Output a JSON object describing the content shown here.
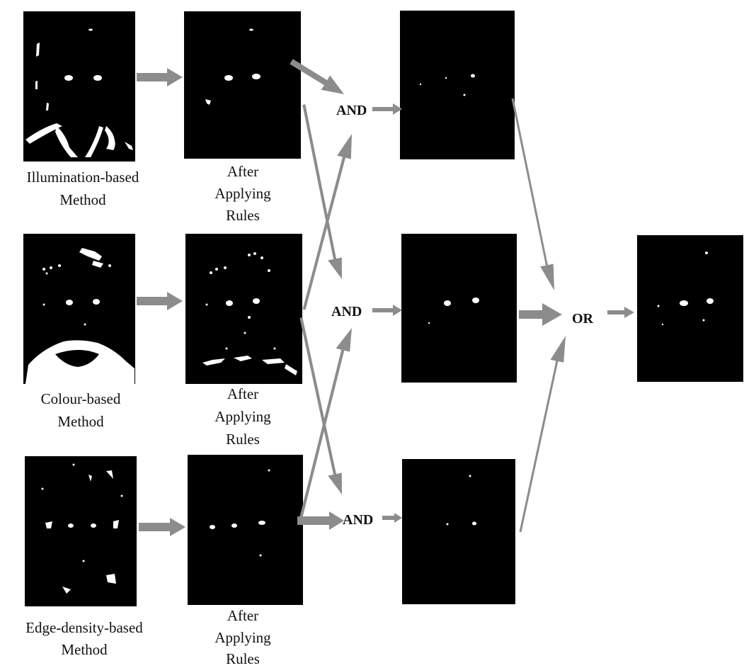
{
  "diagram": {
    "colors": {
      "background": "#ffffff",
      "panel": "#000000",
      "feature": "#ffffff",
      "arrow": "#8c8c8c",
      "text": "#111111"
    },
    "rows": [
      {
        "method_label": [
          "Illumination-based",
          "Method"
        ],
        "rules_label": [
          "After",
          "Applying",
          "Rules"
        ]
      },
      {
        "method_label": [
          "Colour-based",
          "Method"
        ],
        "rules_label": [
          "After",
          "Applying",
          "Rules"
        ]
      },
      {
        "method_label": [
          "Edge-density-based",
          "Method"
        ],
        "rules_label": [
          "After",
          "Applying",
          "Rules"
        ]
      }
    ],
    "and_label": "AND",
    "or_label": "OR"
  }
}
